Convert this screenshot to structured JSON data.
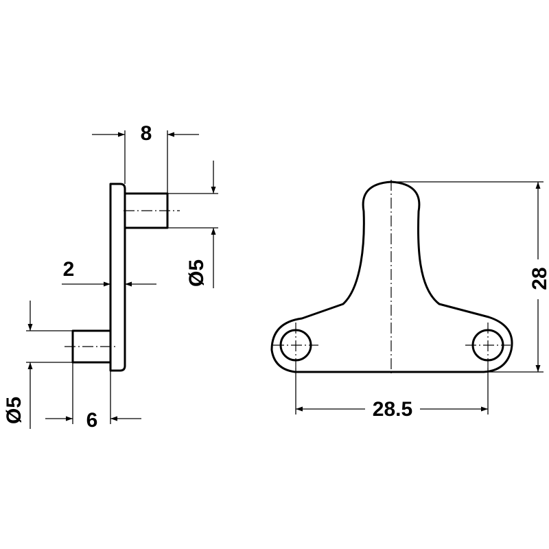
{
  "dimensions": {
    "pin_length": "8",
    "pin_diameter_upper": "Ø5",
    "plate_thickness": "2",
    "pin_diameter_lower": "Ø5",
    "lower_pin_offset": "6",
    "hole_spacing": "28.5",
    "overall_height": "28"
  },
  "colors": {
    "line": "#000000",
    "background": "#ffffff"
  }
}
